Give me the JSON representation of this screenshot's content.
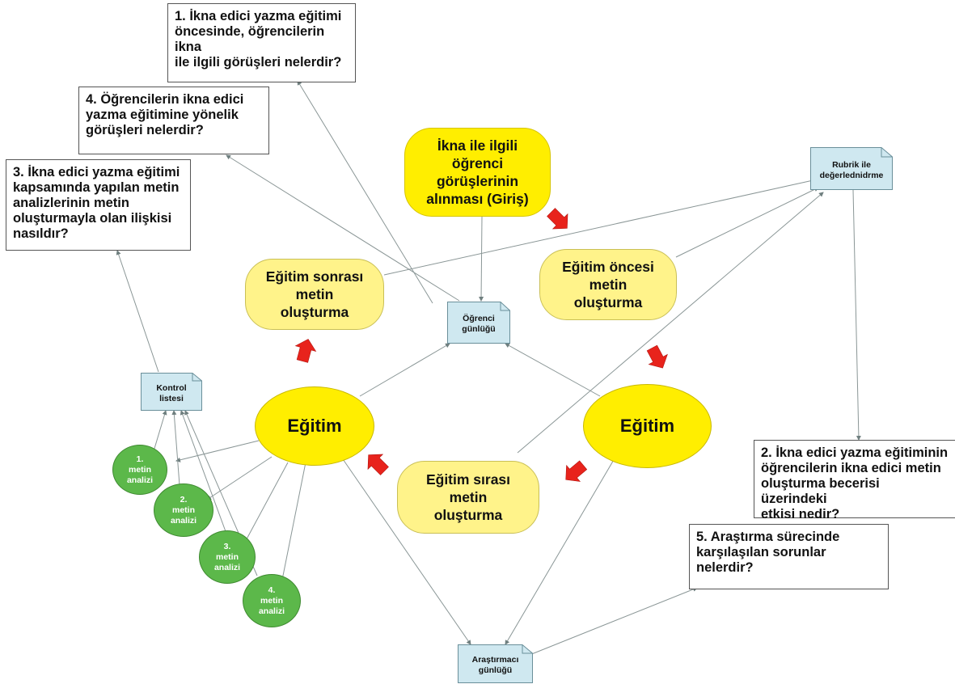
{
  "questions": {
    "q1": "1. İkna edici yazma eğitimi\nöncesinde, öğrencilerin ikna\nile ilgili görüşleri nelerdir?",
    "q4": "4. Öğrencilerin ikna edici\nyazma eğitimine yönelik\ngörüşleri nelerdir?",
    "q3": "3. İkna edici yazma eğitimi\nkapsamında yapılan metin\nanalizlerinin metin\noluşturmayla olan ilişkisi\nnasıldır?",
    "q2": "2. İkna edici yazma eğitiminin\nöğrencilerin ikna edici metin\noluşturma becerisi üzerindeki\netkisi nedir?",
    "q5": "5. Araştırma sürecinde\nkarşılaşılan sorunlar nelerdir?"
  },
  "process": {
    "giris": "İkna ile ilgili\nöğrenci\ngörüşlerinin\nalınması (Giriş)",
    "oncesi": "Eğitim öncesi\nmetin\noluşturma",
    "sirasi": "Eğitim sırası\nmetin\noluşturma",
    "sonrasi": "Eğitim sonrası\nmetin\noluşturma",
    "egitim_left": "Eğitim",
    "egitim_right": "Eğitim"
  },
  "documents": {
    "rubrik": "Rubrik ile\ndeğerlednidrme",
    "ogrenci_gunlugu": "Öğrenci\ngünlüğü",
    "kontrol_listesi": "Kontrol\nlistesi",
    "arastirmaci_gunlugu": "Araştırmacı\ngünlüğü"
  },
  "analyses": [
    "1.\nmetin\nanalizi",
    "2.\nmetin\nanalizi",
    "3.\nmetin\nanalizi",
    "4.\nmetin\nanalizi"
  ],
  "colors": {
    "bright_yellow": "#ffee00",
    "pale_yellow": "#fff38a",
    "document_blue": "#cfe8f0",
    "analysis_green": "#5cb84a",
    "flow_arrow_red": "#e8231c",
    "connector_gray": "#7a8a8a"
  }
}
